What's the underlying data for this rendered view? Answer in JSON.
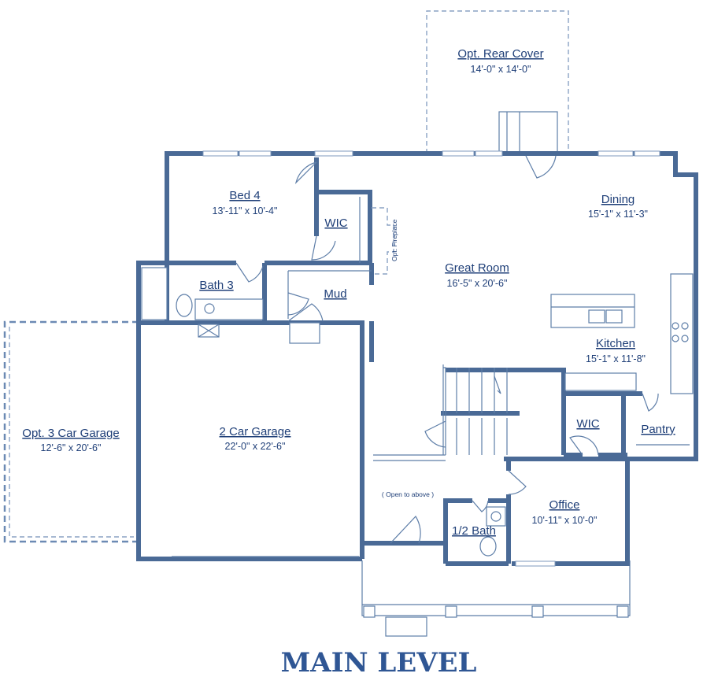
{
  "title": "MAIN LEVEL",
  "rooms": {
    "rear_cover": {
      "name": "Opt. Rear Cover",
      "dims": "14'-0\" x 14'-0\""
    },
    "bed4": {
      "name": "Bed 4",
      "dims": "13'-11\" x 10'-4\""
    },
    "wic_bed": {
      "name": "WIC"
    },
    "fireplace": {
      "name": "Opt. Fireplace"
    },
    "dining": {
      "name": "Dining",
      "dims": "15'-1\" x 11'-3\""
    },
    "great_room": {
      "name": "Great Room",
      "dims": "16'-5\" x 20'-6\""
    },
    "bath3": {
      "name": "Bath 3"
    },
    "mud": {
      "name": "Mud"
    },
    "kitchen": {
      "name": "Kitchen",
      "dims": "15'-1\" x 11'-8\""
    },
    "garage3": {
      "name": "Opt. 3 Car Garage",
      "dims": "12'-6\" x 20'-6\""
    },
    "garage2": {
      "name": "2 Car Garage",
      "dims": "22'-0\" x 22'-6\""
    },
    "wic_kitchen": {
      "name": "WIC"
    },
    "pantry": {
      "name": "Pantry"
    },
    "open_above": {
      "name": "( Open to above )"
    },
    "half_bath": {
      "name": "1/2 Bath"
    },
    "office": {
      "name": "Office",
      "dims": "10'-11\" x 10'-0\""
    }
  }
}
